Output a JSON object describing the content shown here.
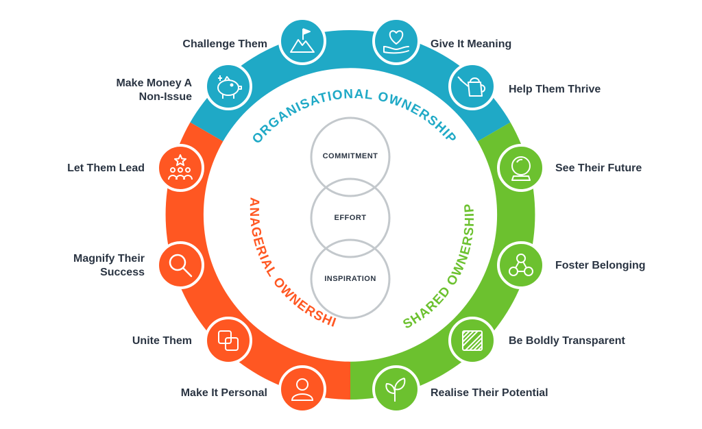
{
  "colors": {
    "organisational": "#1fa9c6",
    "managerial": "#ff5722",
    "shared": "#6cc12f",
    "label_text": "#2a3442",
    "venn_stroke": "#c3c8cc"
  },
  "sections": {
    "organisational": "ORGANISATIONAL OWNERSHIP",
    "managerial": "MANAGERIAL OWNERSHIP",
    "shared": "SHARED OWNERSHIP"
  },
  "center": {
    "commitment": "COMMITMENT",
    "effort": "EFFORT",
    "inspiration": "INSPIRATION"
  },
  "items": {
    "challenge_them": {
      "label": "Challenge Them",
      "icon": "mountain-flag-icon"
    },
    "give_it_meaning": {
      "label": "Give It Meaning",
      "icon": "heart-hand-icon"
    },
    "make_money": {
      "label_line1": "Make Money A",
      "label_line2": "Non-Issue",
      "icon": "piggy-bank-icon"
    },
    "help_them_thrive": {
      "label": "Help Them Thrive",
      "icon": "watering-can-icon"
    },
    "let_them_lead": {
      "label": "Let Them Lead",
      "icon": "team-star-icon"
    },
    "see_their_future": {
      "label": "See Their Future",
      "icon": "crystal-ball-icon"
    },
    "magnify_success": {
      "label_line1": "Magnify Their",
      "label_line2": "Success",
      "icon": "magnifier-icon"
    },
    "foster_belonging": {
      "label": "Foster Belonging",
      "icon": "connected-circles-icon"
    },
    "unite_them": {
      "label": "Unite Them",
      "icon": "overlap-squares-icon"
    },
    "be_boldly_transparent": {
      "label": "Be Boldly Transparent",
      "icon": "transparent-square-icon"
    },
    "make_it_personal": {
      "label": "Make It Personal",
      "icon": "person-icon"
    },
    "realise_potential": {
      "label": "Realise Their Potential",
      "icon": "sprout-icon"
    }
  }
}
